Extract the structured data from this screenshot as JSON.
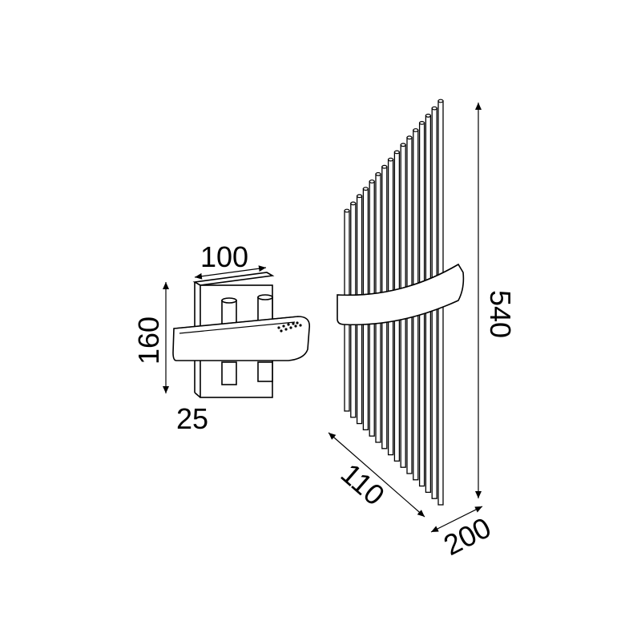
{
  "dimensions": {
    "bracket_width": "100",
    "bracket_height": "160",
    "bracket_depth": "25",
    "lamp_height": "540",
    "lamp_depth": "110",
    "lamp_width": "200"
  }
}
